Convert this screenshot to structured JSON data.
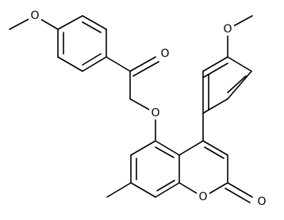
{
  "structure": {
    "atoms": [
      {
        "id": "o_methoxy_left",
        "symbol": "O"
      },
      {
        "id": "o_ketone",
        "symbol": "O"
      },
      {
        "id": "o_ether",
        "symbol": "O"
      },
      {
        "id": "o_methoxy_right",
        "symbol": "O"
      },
      {
        "id": "o_ring",
        "symbol": "O"
      },
      {
        "id": "o_lactone",
        "symbol": "O"
      }
    ],
    "colors": {
      "bond": "#000000",
      "label": "#000000",
      "background": "#ffffff"
    }
  }
}
